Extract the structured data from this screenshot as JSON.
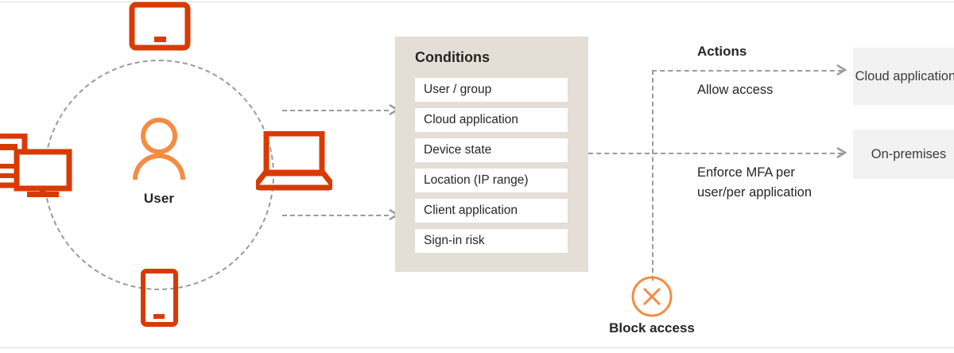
{
  "colors": {
    "device_orange": "#D83B01",
    "user_orange": "#F58C41",
    "panel_beige": "#E5DED6",
    "row_white": "#FFFFFF",
    "dash_grey": "#9B9B9B",
    "target_grey": "#F2F2F2",
    "text_dark": "#262626",
    "background": "#FFFFFF"
  },
  "identity": {
    "center_label": "User",
    "devices": [
      {
        "name": "tablet",
        "position": "top"
      },
      {
        "name": "desktop-workstation",
        "position": "left"
      },
      {
        "name": "laptop",
        "position": "right"
      },
      {
        "name": "mobile-phone",
        "position": "bottom"
      }
    ]
  },
  "conditions": {
    "title": "Conditions",
    "items": [
      "User / group",
      "Cloud application",
      "Device state",
      "Location (IP range)",
      "Client application",
      "Sign-in risk"
    ]
  },
  "actions": {
    "title": "Actions",
    "allow": "Allow access",
    "enforce_mfa": "Enforce MFA per user/per application",
    "block": "Block access"
  },
  "targets": [
    {
      "label": "Cloud applications"
    },
    {
      "label": "On-premises"
    }
  ]
}
